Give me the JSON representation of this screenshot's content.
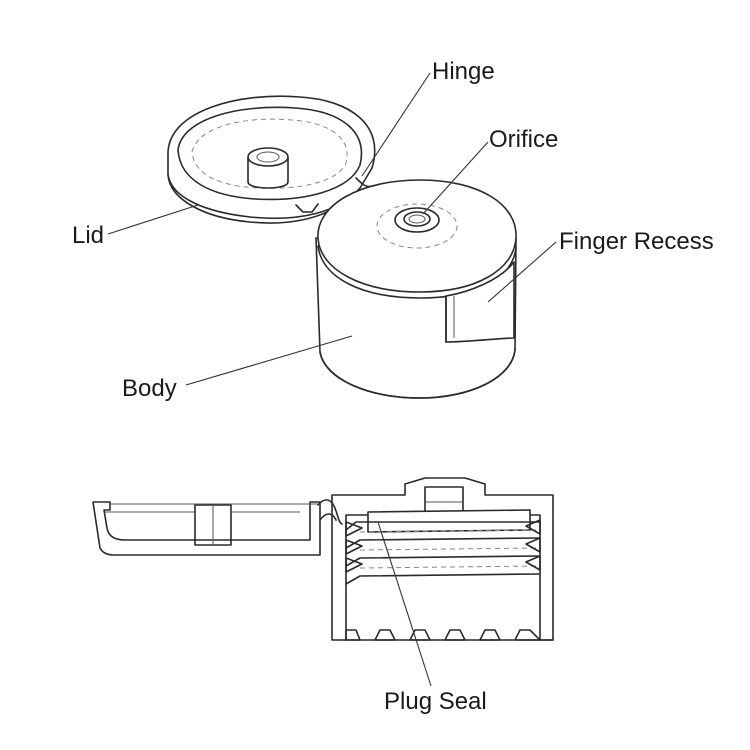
{
  "labels": {
    "hinge": "Hinge",
    "orifice": "Orifice",
    "lid": "Lid",
    "finger_recess": "Finger Recess",
    "body": "Body",
    "plug_seal": "Plug Seal"
  }
}
